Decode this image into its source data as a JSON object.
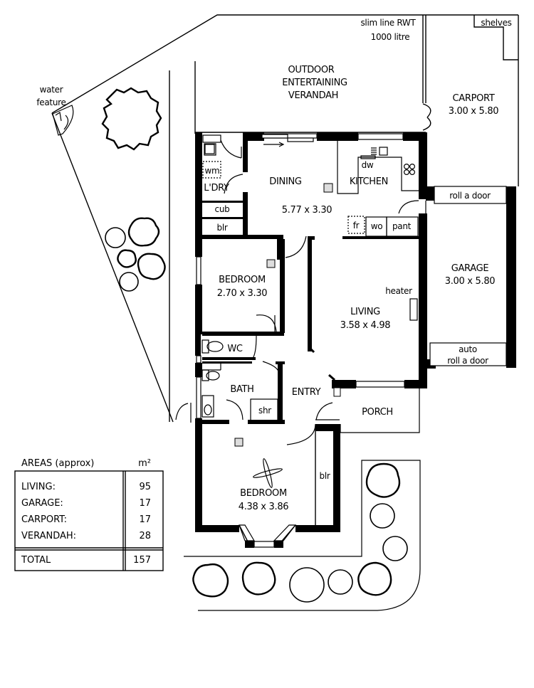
{
  "plan": {
    "type": "floor plan",
    "labels": {
      "water_feature": [
        "water",
        "feature"
      ],
      "rwt": [
        "slim line RWT",
        "1000 litre"
      ],
      "shelves": "shelves",
      "verandah": [
        "OUTDOOR",
        "ENTERTAINING",
        "VERANDAH"
      ],
      "carport": [
        "CARPORT",
        "3.00 x 5.80"
      ],
      "wm": "wm",
      "laundry": "L'DRY",
      "cub": "cub",
      "blr_top": "blr",
      "dining": [
        "DINING",
        "5.77 x 3.30"
      ],
      "dw": "dw",
      "kitchen": "KITCHEN",
      "fr": "fr",
      "wo": "wo",
      "pant": "pant",
      "roll_door_top": "roll a door",
      "garage": [
        "GARAGE",
        "3.00 x 5.80"
      ],
      "roll_door_bottom": [
        "auto",
        "roll a door"
      ],
      "bedroom2": [
        "BEDROOM",
        "2.70 x 3.30"
      ],
      "heater": "heater",
      "living": [
        "LIVING",
        "3.58 x 4.98"
      ],
      "wc": "WC",
      "bath": "BATH",
      "shr": "shr",
      "entry": "ENTRY",
      "porch": "PORCH",
      "blr_bottom": "blr",
      "bedroom1": [
        "BEDROOM",
        "4.38 x 3.86"
      ]
    }
  },
  "areas_table": {
    "title": "AREAS (approx)",
    "unit": "m²",
    "rows": [
      {
        "label": "LIVING:",
        "value": "95"
      },
      {
        "label": "GARAGE:",
        "value": "17"
      },
      {
        "label": "CARPORT:",
        "value": "17"
      },
      {
        "label": "VERANDAH:",
        "value": "28"
      }
    ],
    "total": {
      "label": "TOTAL",
      "value": "157"
    }
  }
}
